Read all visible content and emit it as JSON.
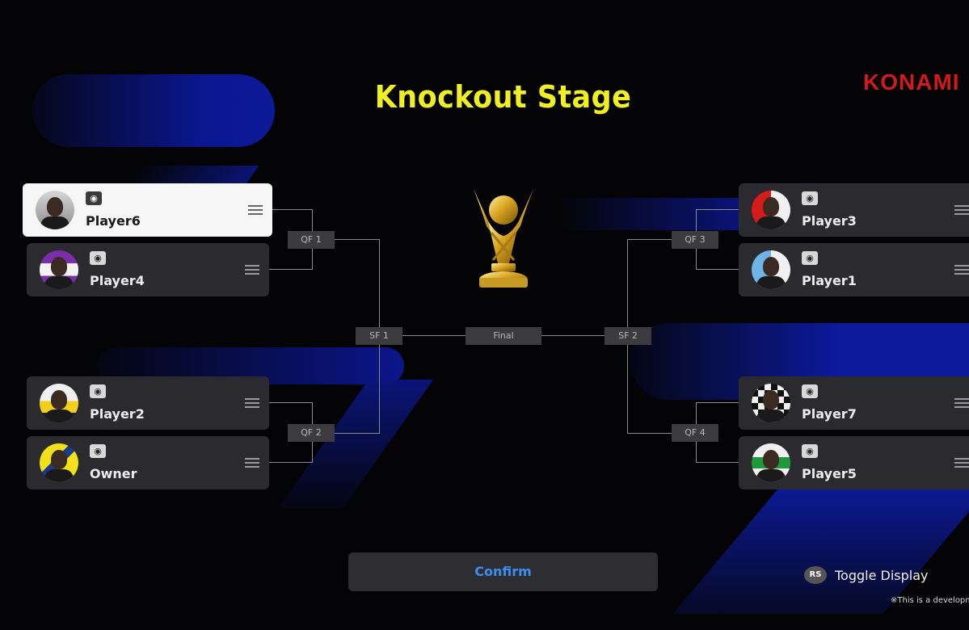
{
  "header": {
    "title": "Knockout Stage",
    "brand": "KONAMI"
  },
  "bracket": {
    "left": [
      {
        "name": "Player6",
        "selected": true
      },
      {
        "name": "Player4"
      },
      {
        "name": "Player2"
      },
      {
        "name": "Owner"
      }
    ],
    "right": [
      {
        "name": "Player3"
      },
      {
        "name": "Player1"
      },
      {
        "name": "Player7"
      },
      {
        "name": "Player5"
      }
    ],
    "labels": {
      "qf1": "QF 1",
      "qf2": "QF 2",
      "qf3": "QF 3",
      "qf4": "QF 4",
      "sf1": "SF 1",
      "sf2": "SF 2",
      "final": "Final"
    }
  },
  "footer": {
    "confirm_label": "Confirm",
    "rs_badge": "RS",
    "toggle_label": "Toggle Display",
    "note": "※This is a developme"
  },
  "colors": {
    "title": "#f0ef22",
    "brand": "#d21a1a",
    "confirm": "#3a8ff0",
    "card": "#2b2b2f",
    "card_selected": "#f6f6f6"
  },
  "icons": {
    "controller": "gamepad-icon",
    "menu": "hamburger-icon",
    "trophy": "trophy-icon"
  }
}
